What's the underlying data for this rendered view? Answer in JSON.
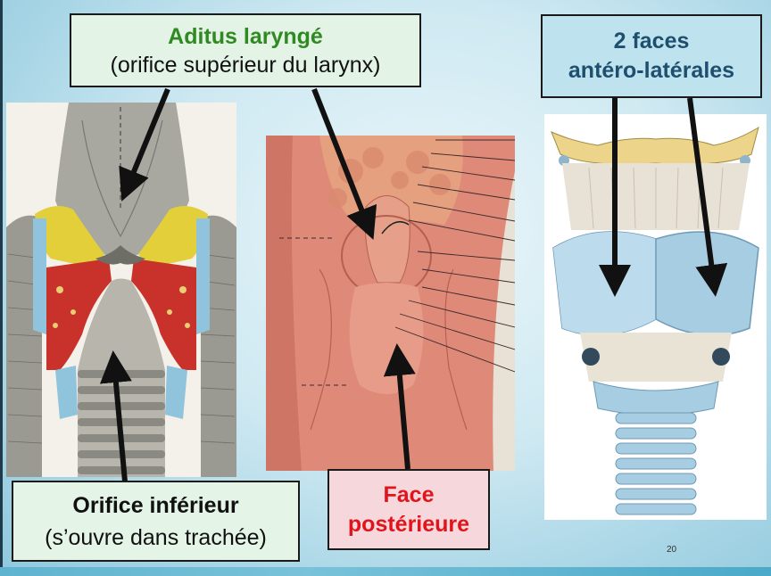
{
  "labels": {
    "aditus_title": "Aditus laryngé",
    "aditus_subtitle": "(orifice supérieur du larynx)",
    "faces_line1": "2 faces",
    "faces_line2": "antéro-latérales",
    "orifice_title": "Orifice inférieur",
    "orifice_subtitle": "(s’ouvre dans trachée)",
    "posterior_line1": "Face",
    "posterior_line2": "postérieure"
  },
  "slide_number": "20",
  "colors": {
    "green_title": "#2f8a21",
    "blue_title": "#1e4f6e",
    "red_title": "#e0151c"
  }
}
